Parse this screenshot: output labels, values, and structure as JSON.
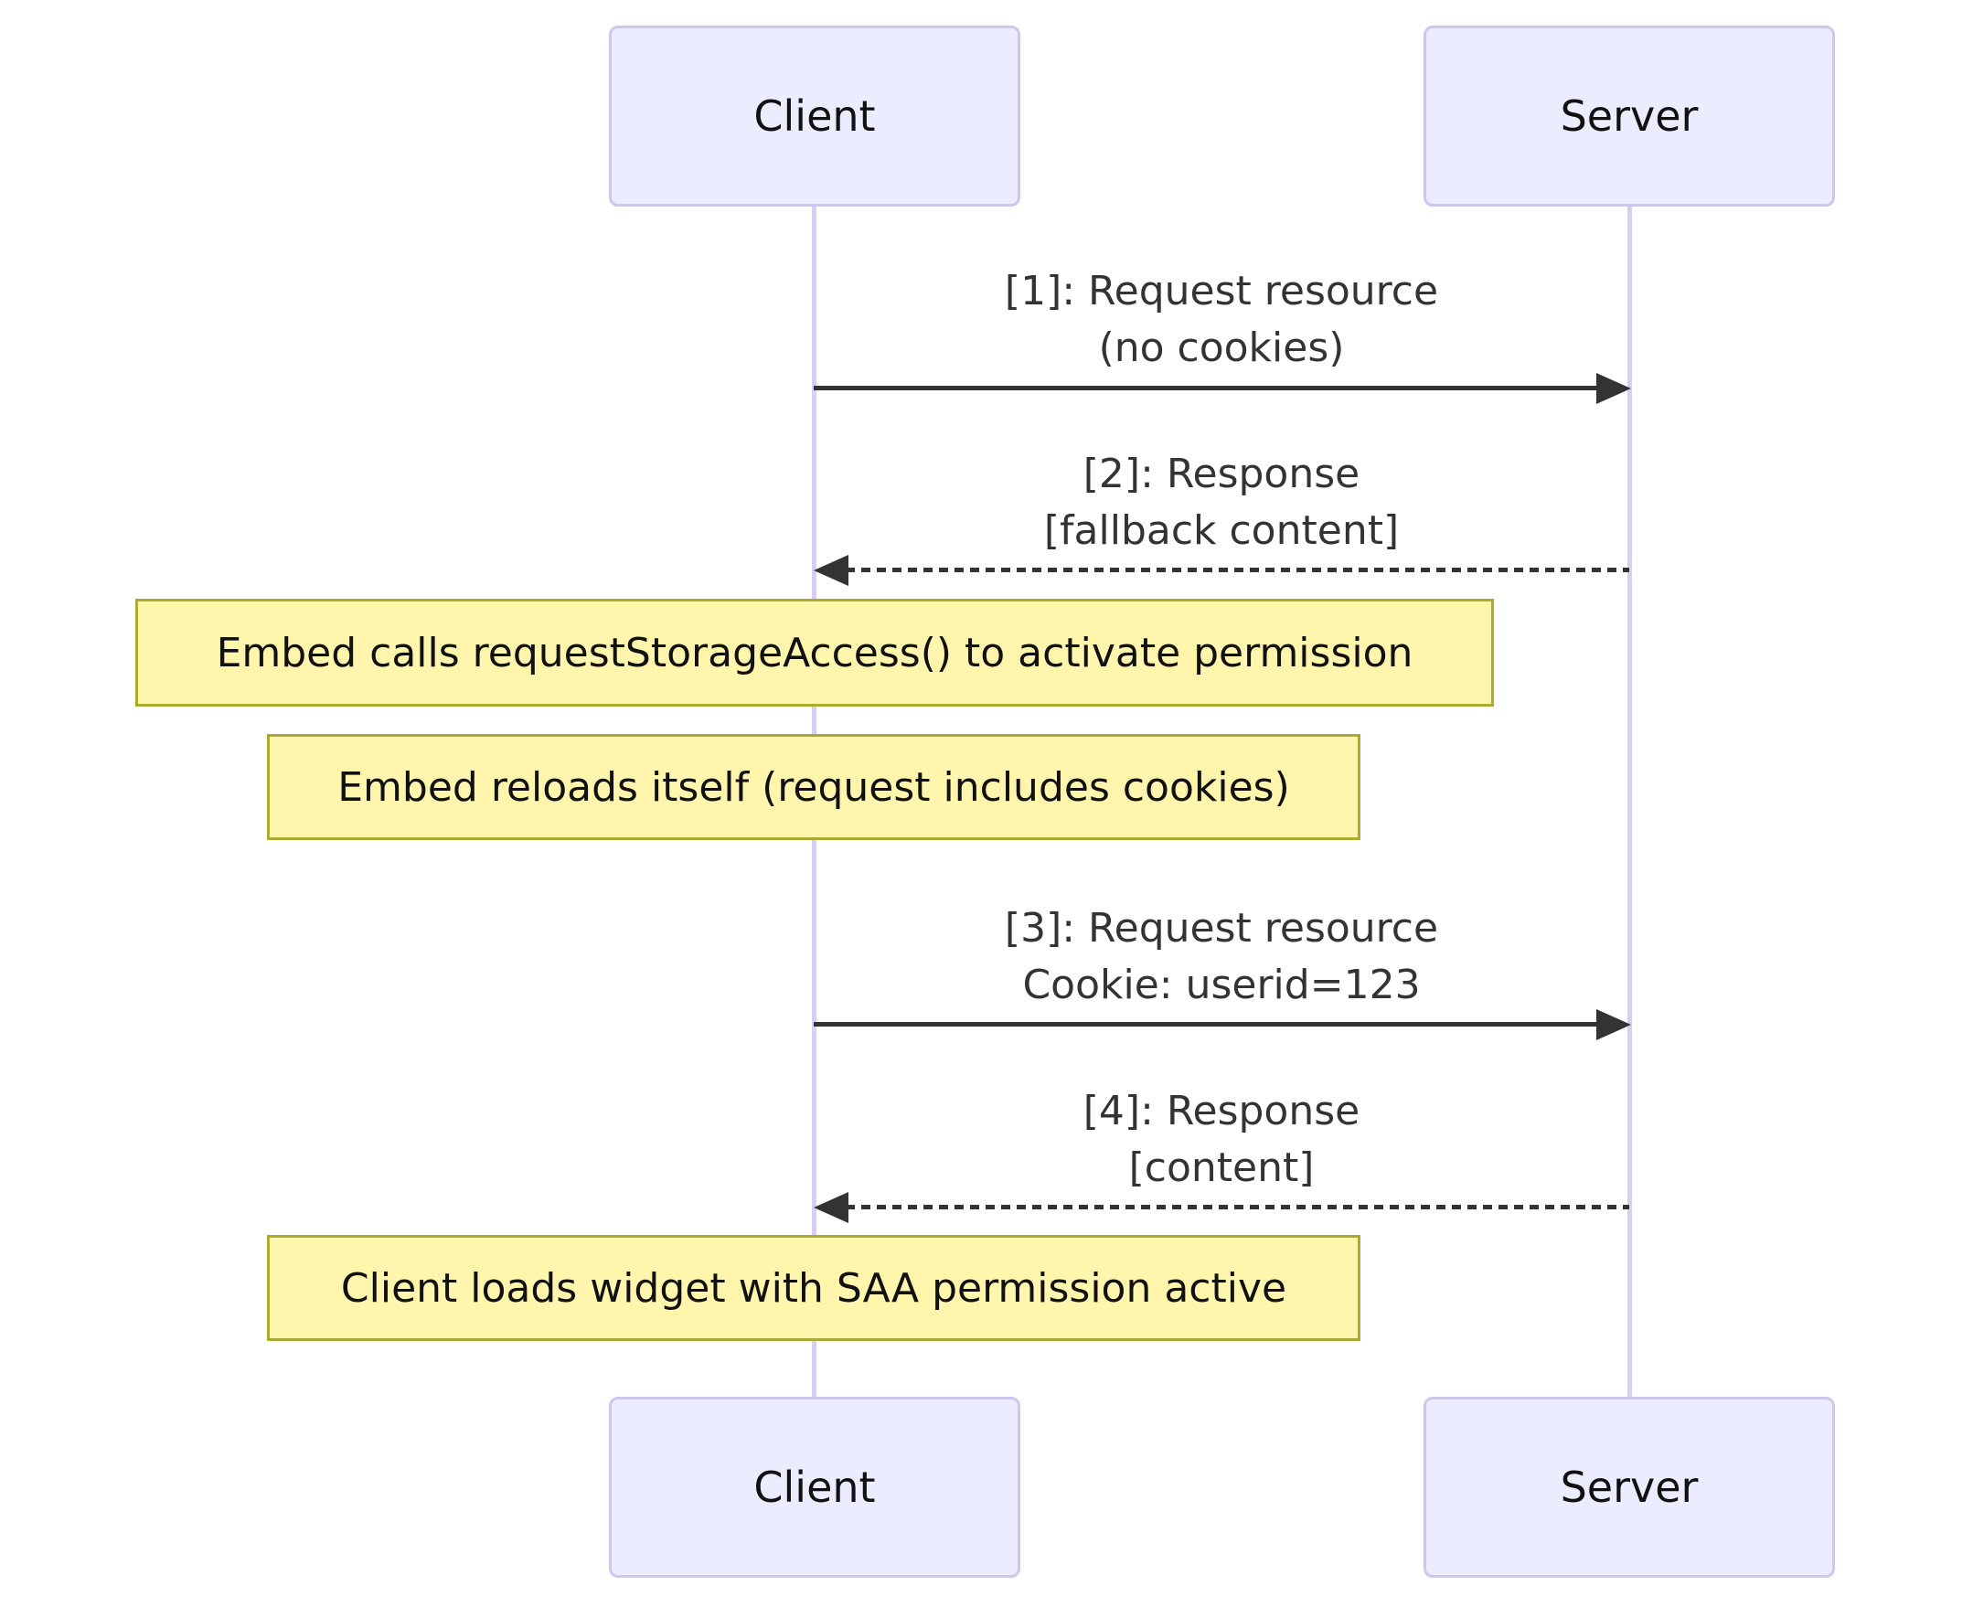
{
  "diagram_type": "sequence-diagram",
  "colors": {
    "background": "#ffffff",
    "actor_fill": "#ECECFF",
    "actor_border": "#CFC6EC",
    "lifeline": "#D8CEF0",
    "note_fill": "#FFF5AD",
    "note_border": "#AAAA33",
    "message_text": "#333333",
    "arrow": "#333333"
  },
  "actors": [
    {
      "label": "Client"
    },
    {
      "label": "Server"
    }
  ],
  "messages": [
    {
      "seq": "1",
      "from": "Client",
      "to": "Server",
      "style": "solid",
      "direction": "right",
      "lines": [
        "[1]: Request resource",
        "(no cookies)"
      ]
    },
    {
      "seq": "2",
      "from": "Server",
      "to": "Client",
      "style": "dashed",
      "direction": "left",
      "lines": [
        "[2]: Response",
        "[fallback content]"
      ]
    },
    {
      "seq": "3",
      "from": "Client",
      "to": "Server",
      "style": "solid",
      "direction": "right",
      "lines": [
        "[3]: Request resource",
        "Cookie: userid=123"
      ]
    },
    {
      "seq": "4",
      "from": "Server",
      "to": "Client",
      "style": "dashed",
      "direction": "left",
      "lines": [
        "[4]: Response",
        "[content]"
      ]
    }
  ],
  "notes": [
    {
      "over": "Client",
      "text": "Embed calls requestStorageAccess() to activate permission"
    },
    {
      "over": "Client",
      "text": "Embed reloads itself (request includes cookies)"
    },
    {
      "over": "Client",
      "text": "Client loads widget with SAA permission active"
    }
  ]
}
